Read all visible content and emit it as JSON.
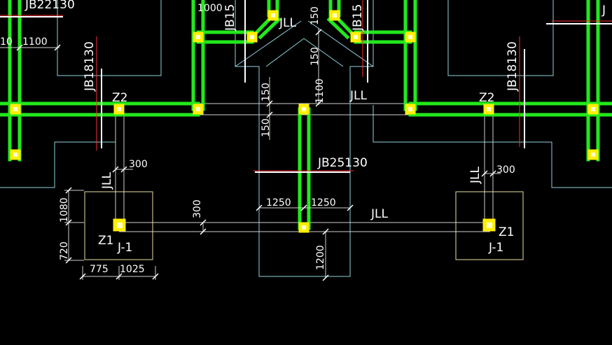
{
  "drawing": {
    "labels": {
      "jb22130": "JB22130",
      "jb18130_left": "JB18130",
      "jb18130_right": "JB18130",
      "jb15_a": "JB15",
      "jb15_b": "JB15",
      "jll_top": "JLL",
      "jll_mid": "JLL",
      "jll_low": "JLL",
      "jll_vert_left": "JLL",
      "jll_vert_right": "JLL",
      "jb25130": "JB25130",
      "z2_left": "Z2",
      "z2_right": "Z2",
      "z1_left": "Z1",
      "z1_right": "Z1",
      "j1_left": "J-1",
      "j1_right": "J-1",
      "j_top_right": "J"
    },
    "dims": {
      "d1000": "1000",
      "d1100_left": "1100",
      "d10": "10",
      "d150_a": "150",
      "d150_b": "150",
      "d150_c": "150",
      "d150_d": "150",
      "d1100_mid": "1100",
      "d300_left": "300",
      "d300_right": "300",
      "d300_center": "300",
      "d1250_l": "1250",
      "d1250_r": "1250",
      "d1080": "1080",
      "d720": "720",
      "d775": "775",
      "d1025": "1025",
      "d1200": "1200"
    }
  },
  "colors": {
    "beam": "#22e81c",
    "column": "#ffee00",
    "column_core": "#ffffcc",
    "outline": "#8fd2db",
    "axis": "#cfcfcf",
    "footing": "#e8e2a0",
    "redline": "#ff3030",
    "text": "#ffffff"
  }
}
